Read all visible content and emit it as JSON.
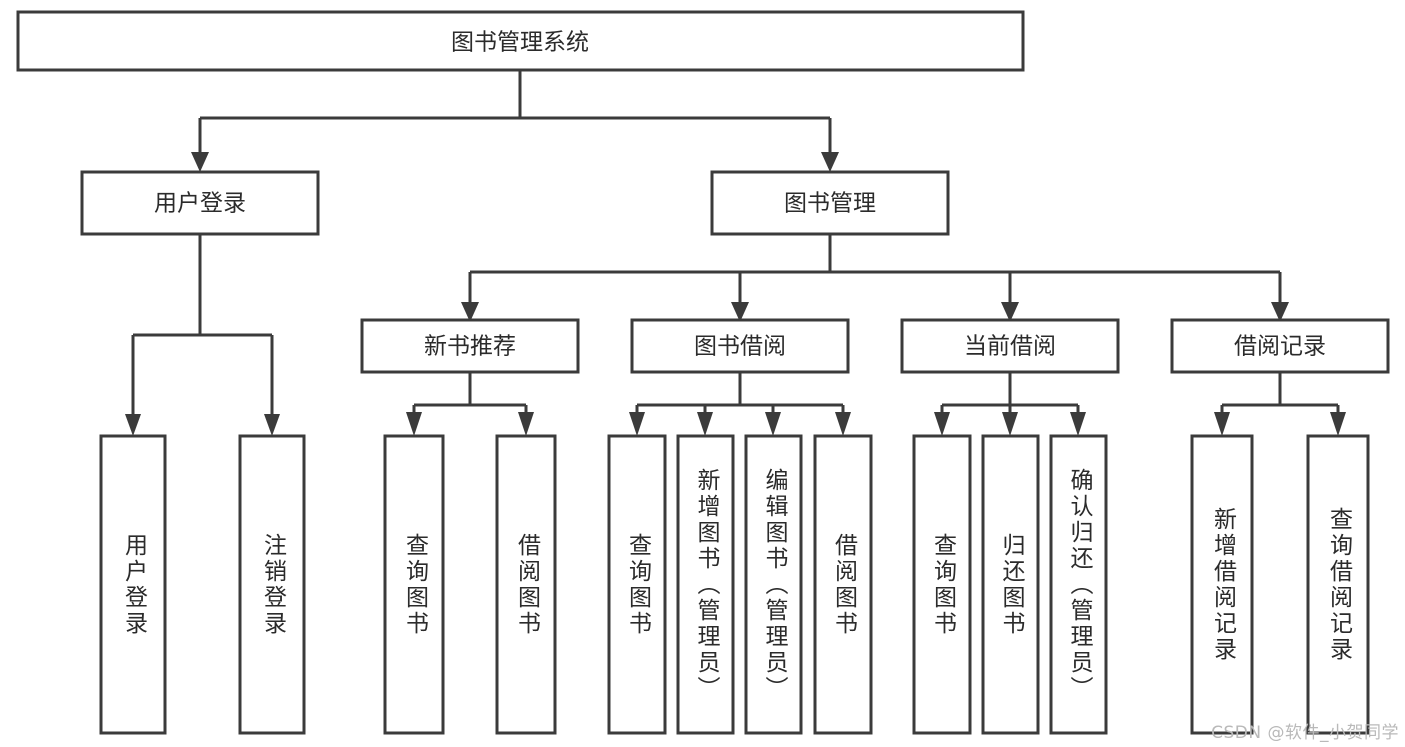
{
  "diagram": {
    "title": "图书管理系统",
    "type": "tree",
    "orientation": "top-down",
    "root": {
      "id": "root",
      "label": "图书管理系统",
      "level": 0
    },
    "level1": [
      {
        "id": "user-login",
        "label": "用户登录",
        "level": 1
      },
      {
        "id": "book-manage",
        "label": "图书管理",
        "level": 1
      }
    ],
    "level2": [
      {
        "id": "new-book-rec",
        "label": "新书推荐",
        "level": 2,
        "parent": "book-manage"
      },
      {
        "id": "book-borrow",
        "label": "图书借阅",
        "level": 2,
        "parent": "book-manage"
      },
      {
        "id": "current-borrow",
        "label": "当前借阅",
        "level": 2,
        "parent": "book-manage"
      },
      {
        "id": "borrow-record",
        "label": "借阅记录",
        "level": 2,
        "parent": "book-manage"
      }
    ],
    "leaves": [
      {
        "id": "leaf-user-login",
        "label": "用户登录",
        "parent": "user-login"
      },
      {
        "id": "leaf-user-logout",
        "label": "注销登录",
        "parent": "user-login"
      },
      {
        "id": "leaf-query-book-1",
        "label": "查询图书",
        "parent": "new-book-rec"
      },
      {
        "id": "leaf-borrow-book-1",
        "label": "借阅图书",
        "parent": "new-book-rec"
      },
      {
        "id": "leaf-query-book-2",
        "label": "查询图书",
        "parent": "book-borrow"
      },
      {
        "id": "leaf-add-book",
        "label": "新增图书（管理员）",
        "parent": "book-borrow"
      },
      {
        "id": "leaf-edit-book",
        "label": "编辑图书（管理员）",
        "parent": "book-borrow"
      },
      {
        "id": "leaf-borrow-book-2",
        "label": "借阅图书",
        "parent": "book-borrow"
      },
      {
        "id": "leaf-query-book-3",
        "label": "查询图书",
        "parent": "current-borrow"
      },
      {
        "id": "leaf-return-book",
        "label": "归还图书",
        "parent": "current-borrow"
      },
      {
        "id": "leaf-confirm-return",
        "label": "确认归还（管理员）",
        "parent": "current-borrow"
      },
      {
        "id": "leaf-add-record",
        "label": "新增借阅记录",
        "parent": "borrow-record"
      },
      {
        "id": "leaf-query-record",
        "label": "查询借阅记录",
        "parent": "borrow-record"
      }
    ]
  },
  "watermark": {
    "text": "CSDN @软件_小贺同学"
  },
  "colors": {
    "stroke": "#3b3b3b",
    "fill": "#ffffff",
    "text": "#2b2b2b",
    "watermark": "#b9b9b9"
  }
}
